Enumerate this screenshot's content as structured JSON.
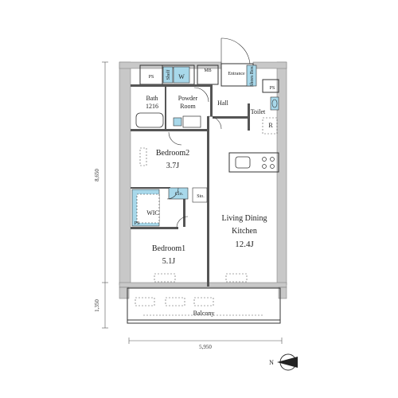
{
  "rooms": {
    "bedroom2": {
      "name": "Bedroom2",
      "size": "3.7J"
    },
    "bedroom1": {
      "name": "Bedroom1",
      "size": "5.1J"
    },
    "ldk": {
      "name_line1": "Living Dining",
      "name_line2": "Kitchen",
      "size": "12.4J"
    },
    "bath": {
      "name": "Bath",
      "size": "1216"
    },
    "powder": {
      "line1": "Powder",
      "line2": "Room"
    },
    "hall": "Hall",
    "toilet": "Toilet",
    "entrance": "Entrance",
    "balcony": "Balcony",
    "wic": "WIC",
    "clo": "Clo.",
    "sto": "Sto.",
    "mb": "MB",
    "w": "W",
    "shelf": "Shelf",
    "shoes_box": "Shoes Box",
    "ps": "PS",
    "r": "R"
  },
  "dimensions": {
    "width": "5,950",
    "height_main": "8,650",
    "height_balcony": "1,350"
  },
  "compass": {
    "label": "N"
  },
  "colors": {
    "wall": "#c8c8c8",
    "wall_dark": "#888888",
    "fixture": "#a8d8ea",
    "line": "#333333"
  }
}
